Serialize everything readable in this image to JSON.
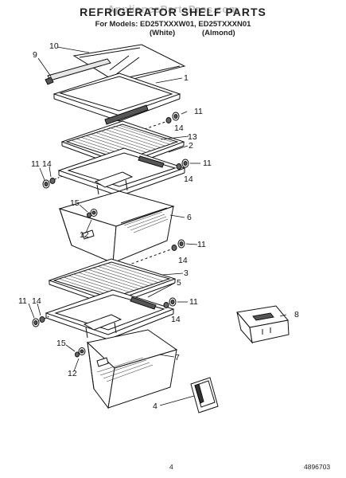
{
  "header": {
    "title": "REFRIGERATOR SHELF PARTS",
    "watermark": "AppliancePartsPros.com",
    "models_line": "For Models: ED25TXXXW01, ED25TXXXN01",
    "color_white": "(White)",
    "color_almond": "(Almond)"
  },
  "callouts": [
    "1",
    "2",
    "3",
    "4",
    "5",
    "6",
    "7",
    "8",
    "9",
    "10",
    "11",
    "11",
    "11",
    "11",
    "11",
    "11",
    "12",
    "12",
    "13",
    "14",
    "14",
    "14",
    "14",
    "14",
    "14",
    "15",
    "15"
  ],
  "footer": {
    "page_number": "4",
    "document_number": "4896703"
  }
}
